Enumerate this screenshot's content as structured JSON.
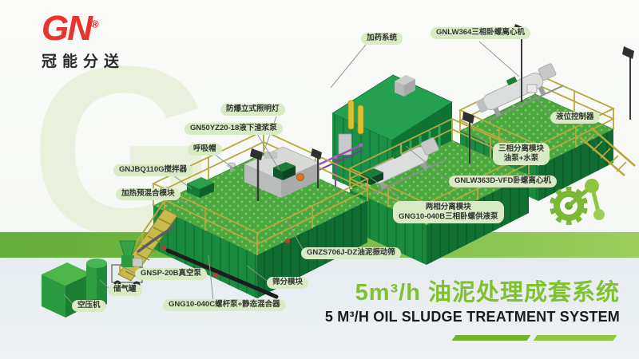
{
  "brand": {
    "logo_text": "GN",
    "registered_mark": "®",
    "logo_subtext": "冠能分送",
    "logo_color": "#e8342c"
  },
  "watermark": {
    "letter": "G"
  },
  "title": {
    "cn": "5m³/h 油泥处理成套系统",
    "en": "5 M³/H OIL SLUDGE TREATMENT SYSTEM",
    "accent_color": "#80c12f"
  },
  "labels": [
    {
      "id": "dosing-system",
      "text": "加药系统"
    },
    {
      "id": "gnlw364-centrifuge",
      "text": "GNLW364三相卧螺离心机"
    },
    {
      "id": "explosion-proof-light",
      "text": "防爆立式照明灯"
    },
    {
      "id": "submerged-slurry-pump",
      "text": "GN50YZ20-18液下渣浆泵"
    },
    {
      "id": "breather-cap",
      "text": "呼吸帽"
    },
    {
      "id": "agitator",
      "text": "GNJBQ110G搅拌器"
    },
    {
      "id": "heating-premix-module",
      "text": "加热预混合模块"
    },
    {
      "id": "level-controller",
      "text": "液位控制器"
    },
    {
      "id": "three-phase-module",
      "text": "三相分离模块",
      "text2": "油泵+水泵"
    },
    {
      "id": "gnlw363d-centrifuge",
      "text": "GNLW363D-VFD卧螺离心机"
    },
    {
      "id": "two-phase-module",
      "text": "两相分离模块",
      "text2": "GNG10-040B三相卧螺供液泵"
    },
    {
      "id": "shale-shaker",
      "text": "GNZS706J-DZ油泥振动筛"
    },
    {
      "id": "screening-module",
      "text": "筛分模块"
    },
    {
      "id": "vacuum-pump",
      "text": "GNSP-20B真空泵"
    },
    {
      "id": "air-tank",
      "text": "储气罐"
    },
    {
      "id": "air-compressor",
      "text": "空压机"
    },
    {
      "id": "screw-pump-static-mixer",
      "text": "GNG10-040C螺杆泵+静态混合器"
    }
  ],
  "icons": [
    {
      "name": "gear-molecule-icon",
      "color": "#7bb833"
    }
  ],
  "colors": {
    "band_left": "#63ad3a",
    "band_right": "#9ccd5d",
    "container_deck": "#4aa83e",
    "container_face_light": "#1a8a3e",
    "container_face_dark": "#0f6d31",
    "railing": "#b7a93b",
    "centrifuge_body": "#dcdedd",
    "pipe_purple": "#a04fb5",
    "label_pill_bg": "#d8ebc4",
    "watermark": "#e9f1dc"
  }
}
